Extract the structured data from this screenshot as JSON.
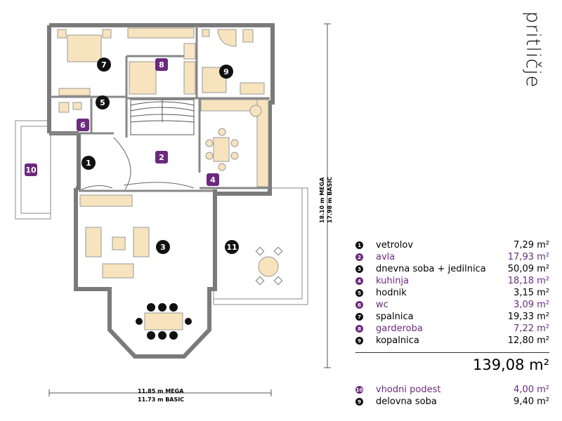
{
  "title": "pritličje",
  "colors": {
    "purple": "#6b2a7e",
    "black": "#111111",
    "wall": "#7a7a7a",
    "furniture": "#f5deb3"
  },
  "rooms": [
    {
      "num": "1",
      "name": "vetrolov",
      "area": "7,29 m²",
      "color": "black"
    },
    {
      "num": "2",
      "name": "avla",
      "area": "17,93 m²",
      "color": "purple"
    },
    {
      "num": "3",
      "name": "dnevna soba + jedilnica",
      "area": "50,09 m²",
      "color": "black"
    },
    {
      "num": "4",
      "name": "kuhinja",
      "area": "18,18 m²",
      "color": "purple"
    },
    {
      "num": "5",
      "name": "hodnik",
      "area": "3,15 m²",
      "color": "black"
    },
    {
      "num": "6",
      "name": "wc",
      "area": "3,09 m²",
      "color": "purple"
    },
    {
      "num": "7",
      "name": "spalnica",
      "area": "19,33 m²",
      "color": "black"
    },
    {
      "num": "8",
      "name": "garderoba",
      "area": "7,22 m²",
      "color": "purple"
    },
    {
      "num": "9",
      "name": "kopalnica",
      "area": "12,80 m²",
      "color": "black"
    }
  ],
  "total": "139,08 m²",
  "extra_rooms": [
    {
      "num": "10",
      "name": "vhodni podest",
      "area": "4,00 m²",
      "color": "purple"
    },
    {
      "num": "9",
      "name": "delovna soba",
      "area": "9,40 m²",
      "color": "black"
    }
  ],
  "plan_badges": [
    {
      "num": "7",
      "color": "black"
    },
    {
      "num": "8",
      "color": "purple"
    },
    {
      "num": "9",
      "color": "black"
    },
    {
      "num": "5",
      "color": "black"
    },
    {
      "num": "6",
      "color": "purple"
    },
    {
      "num": "1",
      "color": "black"
    },
    {
      "num": "2",
      "color": "purple"
    },
    {
      "num": "10",
      "color": "purple"
    },
    {
      "num": "4",
      "color": "purple"
    },
    {
      "num": "3",
      "color": "black"
    },
    {
      "num": "11",
      "color": "black"
    }
  ],
  "dimensions": {
    "width_mega": "11.85 m MEGA",
    "width_basic": "11.73 m BASIC",
    "height_mega": "18.10 m MEGA",
    "height_basic": "17.98 m BASIC"
  }
}
